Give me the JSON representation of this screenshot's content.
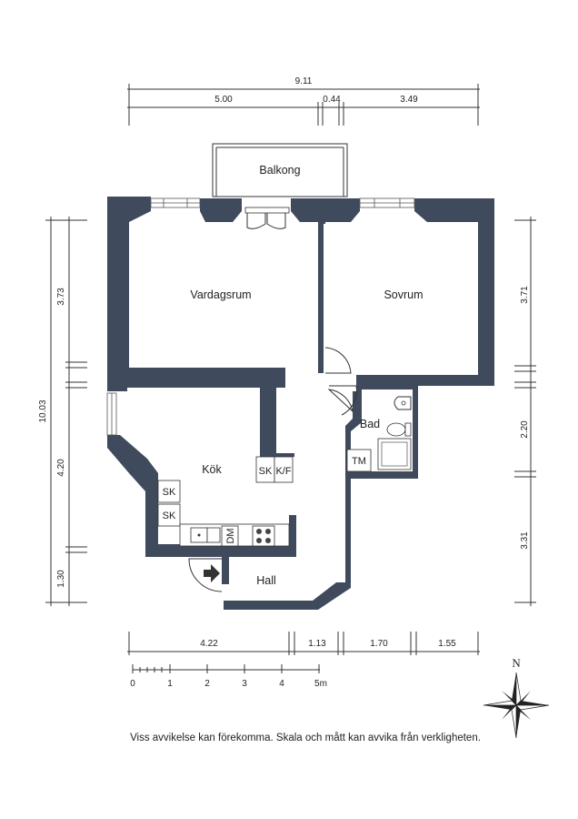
{
  "dimensions": {
    "top_total": "9.11",
    "top_a": "5.00",
    "top_b": "0.44",
    "top_c": "3.49",
    "left_total": "10.03",
    "left_a": "3.73",
    "left_b": "4.20",
    "left_c": "1.30",
    "right_a": "3.71",
    "right_b": "2.20",
    "right_c": "3.31",
    "bottom_a": "4.22",
    "bottom_b": "1.13",
    "bottom_c": "1.70",
    "bottom_d": "1.55"
  },
  "rooms": {
    "balcony": "Balkong",
    "living": "Vardagsrum",
    "bedroom": "Sovrum",
    "kitchen": "Kök",
    "bath": "Bad",
    "hall": "Hall"
  },
  "fixtures": {
    "sk1": "SK",
    "kf": "K/F",
    "sk2": "SK",
    "sk3": "SK",
    "dm": "DM",
    "tm": "TM"
  },
  "scale_bar": {
    "ticks": [
      "0",
      "1",
      "2",
      "3",
      "4",
      "5m"
    ]
  },
  "compass": {
    "north": "N"
  },
  "disclaimer": "Viss avvikelse kan förekomma. Skala och mått kan avvika från verkligheten.",
  "colors": {
    "wall": "#3f4a5c"
  }
}
